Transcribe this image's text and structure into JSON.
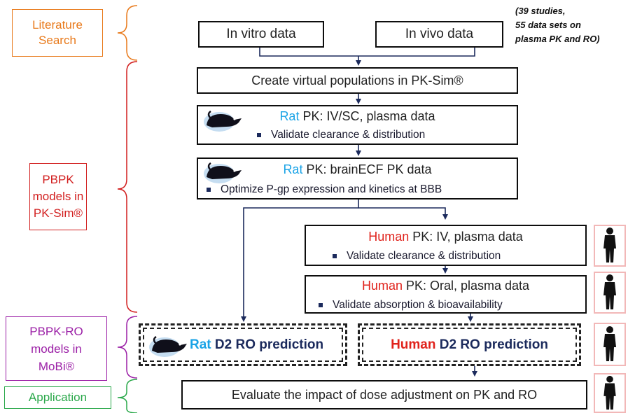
{
  "left_labels": {
    "literature": {
      "line1": "Literature",
      "line2": "Search",
      "color": "#e8791a"
    },
    "pbpk": {
      "line1": "PBPK",
      "line2": "models in",
      "line3": "PK-Sim®",
      "color": "#d21e1e"
    },
    "pbpk_ro": {
      "line1": "PBPK-RO",
      "line2": "models in",
      "line3": "MoBi®",
      "color": "#9b1fa6"
    },
    "application": {
      "line1": "Application",
      "color": "#2aa84a"
    }
  },
  "top": {
    "in_vitro": "In vitro data",
    "in_vivo": "In vivo data",
    "note_line1": "(39 studies,",
    "note_line2": "55 data sets on",
    "note_line3": "plasma PK and RO)"
  },
  "steps": {
    "virtual_pop": "Create virtual populations in PK-Sim®",
    "rat_pk1": {
      "species": "Rat",
      "rest": " PK: IV/SC, plasma data",
      "bullet": "Validate clearance & distribution"
    },
    "rat_pk2": {
      "species": "Rat",
      "rest": " PK: brainECF PK data",
      "bullet": "Optimize P-gp expression and kinetics at BBB"
    },
    "human_pk1": {
      "species": "Human",
      "rest": " PK: IV, plasma data",
      "bullet": "Validate clearance & distribution"
    },
    "human_pk2": {
      "species": "Human",
      "rest": " PK: Oral, plasma data",
      "bullet": "Validate absorption & bioavailability"
    },
    "rat_ro": {
      "species": "Rat",
      "rest": " D2 RO prediction"
    },
    "human_ro": {
      "species": "Human",
      "rest": " D2 RO prediction"
    },
    "evaluate": "Evaluate the impact of dose adjustment on PK and RO"
  },
  "colors": {
    "rat": "#1aa3e6",
    "human": "#e0231c",
    "arrow": "#1b2a5c",
    "person_box_border": "#f2b8b8"
  },
  "icons": [
    "rat-icon",
    "human-figure-icon"
  ]
}
